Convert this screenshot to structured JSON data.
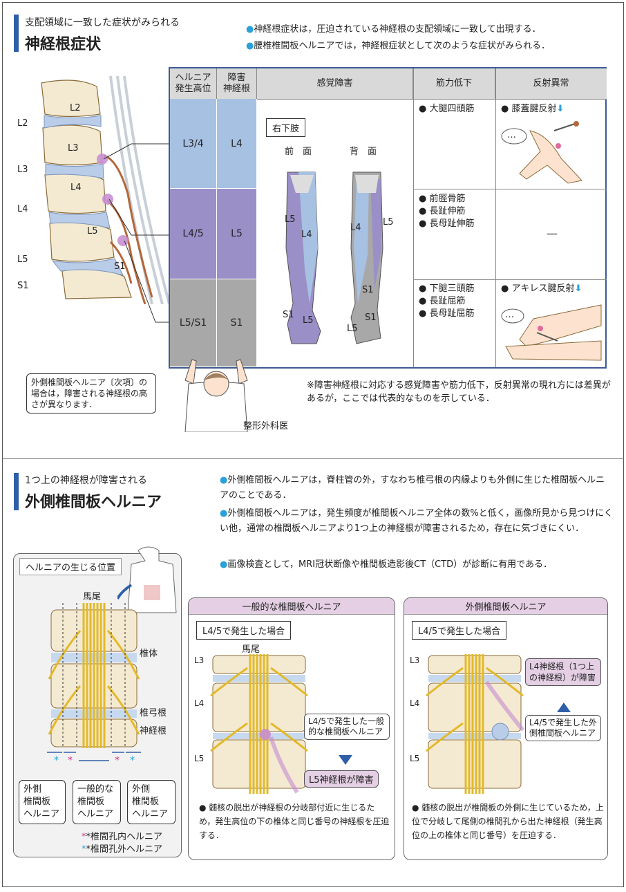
{
  "section1": {
    "subtitle": "支配領域に一致した症状がみられる",
    "title": "神経根症状",
    "bullets": [
      "神経根症状は，圧迫されている神経根の支配領域に一致して出現する．",
      "腰椎椎間板ヘルニアでは，神経根症状として次のような症状がみられる．"
    ],
    "spine_labels": [
      "L2",
      "L3",
      "L4",
      "L5",
      "S1"
    ],
    "spine_side_labels": [
      "L2",
      "L3",
      "L4",
      "L5",
      "S1"
    ],
    "table": {
      "headers": [
        "ヘルニア\n発生高位",
        "障害\n神経根",
        "感覚障害",
        "筋力低下",
        "反射異常"
      ],
      "rows": [
        {
          "level": "L3/4",
          "root": "L4",
          "muscles": [
            "大腿四頭筋"
          ],
          "reflex": "膝蓋腱反射"
        },
        {
          "level": "L4/5",
          "root": "L5",
          "muscles": [
            "前脛骨筋",
            "長趾伸筋",
            "長母趾伸筋"
          ],
          "reflex": "—"
        },
        {
          "level": "L5/S1",
          "root": "S1",
          "muscles": [
            "下腿三頭筋",
            "長趾屈筋",
            "長母趾屈筋"
          ],
          "reflex": "アキレス腱反射"
        }
      ],
      "sensory_box": "右下肢",
      "front_label": "前　面",
      "back_label": "背　面",
      "front_marks": [
        "L5",
        "L4",
        "S1",
        "L5"
      ],
      "back_marks": [
        "L4",
        "L5",
        "S1",
        "S1",
        "L5"
      ],
      "bubble": "…"
    },
    "note_box": "外側椎間板ヘルニア〔次項〕の場合は，障害される神経根の高さが異なります．",
    "footnote": "※障害神経根に対応する感覚障害や筋力低下，反射異常の現れ方には差異があるが，ここでは代表的なものを示している．",
    "doctor_label": "整形外科医",
    "colors": {
      "l4": "#a7c1e3",
      "l5": "#9b8fc8",
      "s1": "#a8a8a8",
      "accent": "#2aa1d9",
      "bar": "#2f5fa8"
    }
  },
  "section2": {
    "subtitle": "1つ上の神経根が障害される",
    "title": "外側椎間板ヘルニア",
    "bullets": [
      "外側椎間板ヘルニアは，脊柱管の外，すなわち椎弓根の内縁よりも外側に生じた椎間板ヘルニアのことである．",
      "外側椎間板ヘルニアは，発生頻度が椎間板ヘルニア全体の数%と低く，画像所見から見つけにくい他，通常の椎間板ヘルニアより1つ上の神経根が障害されるため，存在に気づきにくい．",
      "画像検査として，MRI冠状断像や椎間板造影後CT（CTD）が診断に有用である．"
    ],
    "left_panel": {
      "header": "ヘルニアの生じる位置",
      "labels": {
        "cauda": "馬尾",
        "body": "椎体",
        "pedicle": "椎弓根",
        "root": "神経根"
      },
      "boxes": [
        "外側\n椎間板\nヘルニア",
        "一般的な\n椎間板\nヘルニア",
        "外側\n椎間板\nヘルニア"
      ],
      "legend": [
        "*椎間孔内ヘルニア",
        "*椎間孔外ヘルニア"
      ]
    },
    "general_panel": {
      "header": "一般的な椎間板ヘルニア",
      "case": "L4/5で発生した場合",
      "cauda": "馬尾",
      "levels": [
        "L3",
        "L4",
        "L5"
      ],
      "callout": "L4/5で発生した一般的な椎間板ヘルニア",
      "result": "L5神経根が障害",
      "note": "髄核の脱出が神経根の分岐部付近に生じるため，発生高位の下の椎体と同じ番号の神経根を圧迫する．"
    },
    "lateral_panel": {
      "header": "外側椎間板ヘルニア",
      "case": "L4/5で発生した場合",
      "levels": [
        "L3",
        "L4",
        "L5"
      ],
      "result": "L4神経根（1つ上の神経根）が障害",
      "callout": "L4/5で発生した外側椎間板ヘルニア",
      "note": "髄核の脱出が椎間板の外側に生じているため，上位で分岐して尾側の椎間孔から出た神経根（発生高位の上の椎体と同じ番号）を圧迫する．"
    }
  }
}
